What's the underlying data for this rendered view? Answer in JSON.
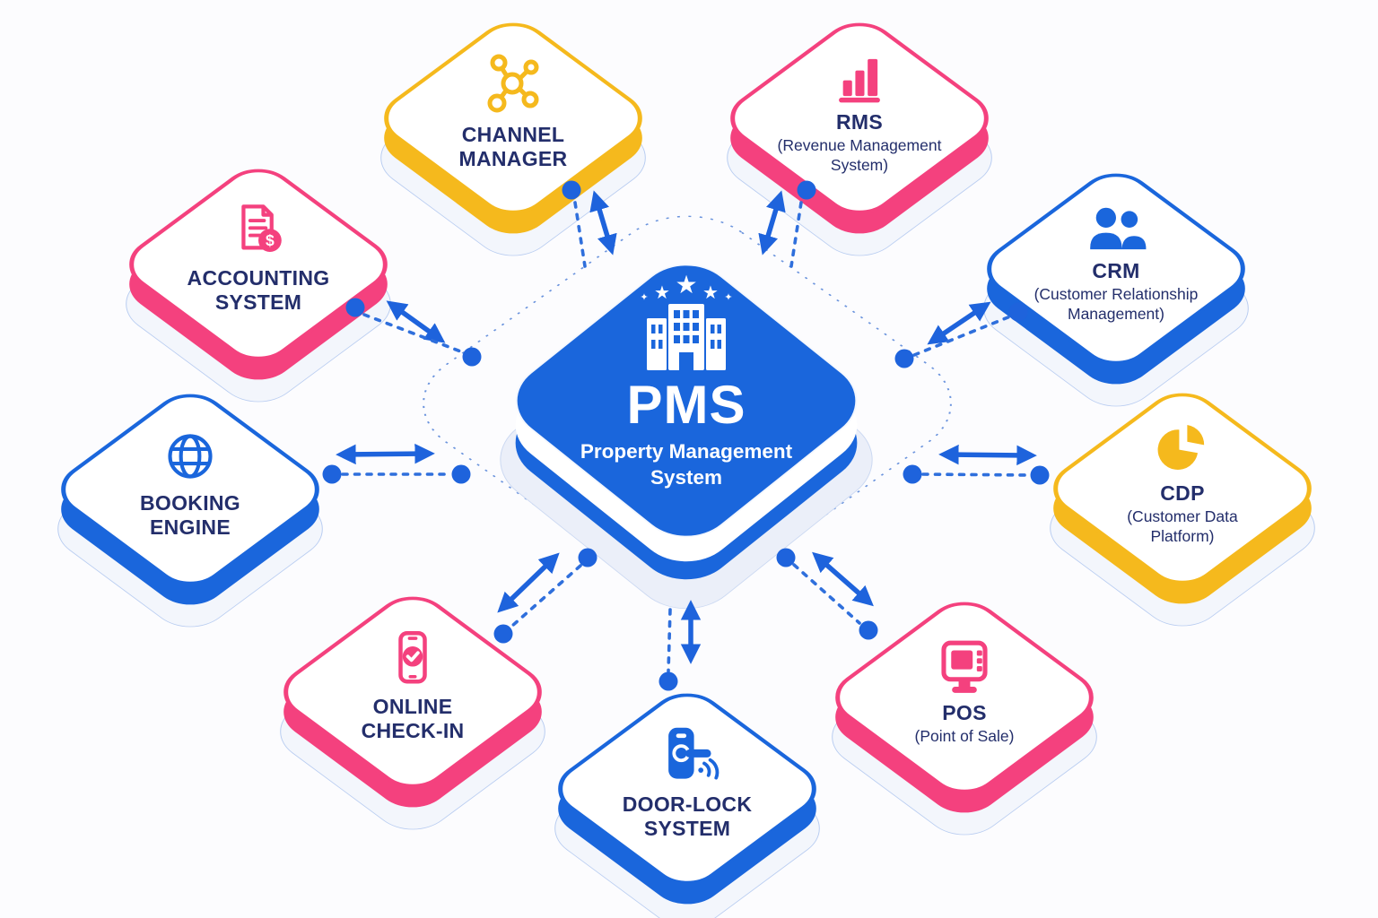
{
  "palette": {
    "blue": "#1a66dc",
    "pink": "#f4417e",
    "yellow": "#f5b91d",
    "navy": "#232e6b",
    "arrow_blue": "#1e63dc",
    "ring_blue": "#6a93dd",
    "shadow_fill": "#f3f6fc",
    "shadow_stroke": "#b9cdf1",
    "background": "#fcfcfe",
    "white": "#ffffff"
  },
  "center": {
    "title": "PMS",
    "subtitle": "Property Management System",
    "icon": "hotel-building-stars-icon",
    "accent": "#1a66dc"
  },
  "nodes": {
    "channel_manager": {
      "title": "CHANNEL MANAGER",
      "subtitle": "",
      "icon": "network-hub-icon",
      "accent": "#f5b91d"
    },
    "rms": {
      "title": "RMS",
      "subtitle": "(Revenue Management System)",
      "icon": "bar-chart-icon",
      "accent": "#f4417e"
    },
    "crm": {
      "title": "CRM",
      "subtitle": "(Customer Relationship Management)",
      "icon": "users-icon",
      "accent": "#1a66dc"
    },
    "cdp": {
      "title": "CDP",
      "subtitle": "(Customer Data Platform)",
      "icon": "pie-chart-icon",
      "accent": "#f5b91d"
    },
    "pos": {
      "title": "POS",
      "subtitle": "(Point of Sale)",
      "icon": "pos-terminal-icon",
      "accent": "#f4417e"
    },
    "door_lock": {
      "title": "DOOR-LOCK SYSTEM",
      "subtitle": "",
      "icon": "door-lock-wireless-icon",
      "accent": "#1a66dc"
    },
    "online_check_in": {
      "title": "ONLINE CHECK-IN",
      "subtitle": "",
      "icon": "phone-check-icon",
      "accent": "#f4417e"
    },
    "booking_engine": {
      "title": "BOOKING ENGINE",
      "subtitle": "",
      "icon": "globe-icon",
      "accent": "#1a66dc"
    },
    "accounting": {
      "title": "ACCOUNTING SYSTEM",
      "subtitle": "",
      "icon": "invoice-dollar-icon",
      "accent": "#f4417e"
    }
  },
  "connections": [
    "pms-channel-manager",
    "pms-rms",
    "pms-crm",
    "pms-cdp",
    "pms-pos",
    "pms-door-lock",
    "pms-online-check-in",
    "pms-booking-engine",
    "pms-accounting"
  ]
}
